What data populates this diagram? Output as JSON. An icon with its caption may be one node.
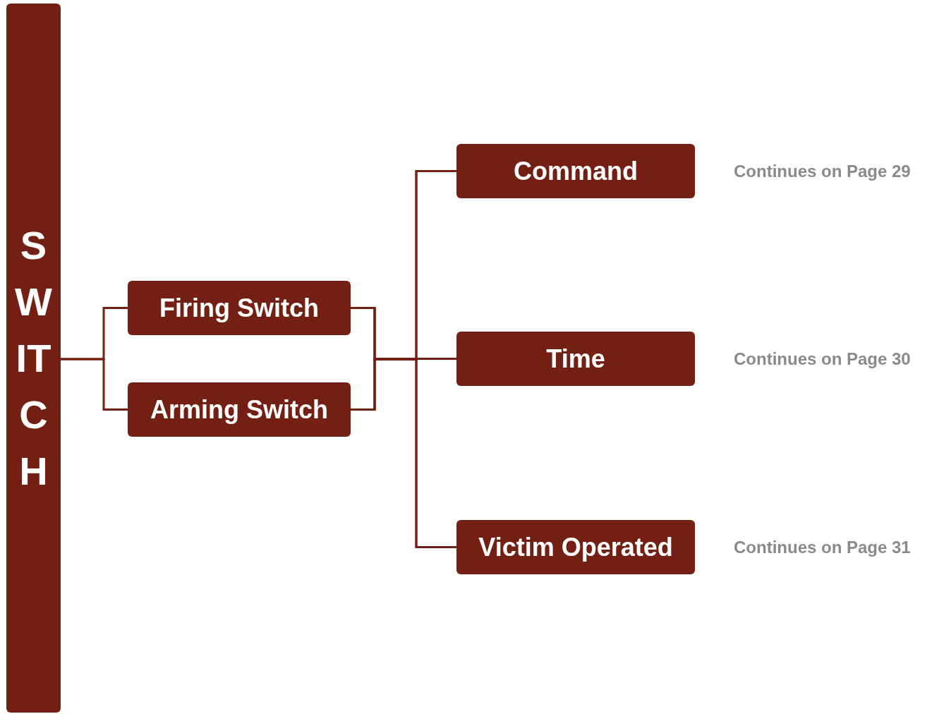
{
  "diagram": {
    "nodes": [
      {
        "text": [
          "SWITCH"
        ]
      },
      {
        "text": [
          "Firing Switch"
        ]
      },
      {
        "text": [
          "Arming Switch"
        ]
      },
      {
        "text": [
          "Command"
        ],
        "beside": [
          "Continues on Page 29"
        ]
      },
      {
        "text": [
          "Time"
        ],
        "beside": [
          "Continues on Page 30"
        ]
      },
      {
        "text": [
          "Victim Operated"
        ],
        "beside": [
          "Continues on Page 31"
        ]
      }
    ],
    "edges": [
      {
        "from": 0,
        "to": 1,
        "arrow": "none"
      },
      {
        "from": 0,
        "to": 2,
        "arrow": "none"
      },
      {
        "from": 1,
        "to": 3,
        "arrow": "none"
      },
      {
        "from": 1,
        "to": 4,
        "arrow": "none"
      },
      {
        "from": 1,
        "to": 5,
        "arrow": "none"
      },
      {
        "from": 2,
        "to": 3,
        "arrow": "none"
      },
      {
        "from": 2,
        "to": 4,
        "arrow": "none"
      },
      {
        "from": 2,
        "to": 5,
        "arrow": "none"
      }
    ]
  }
}
